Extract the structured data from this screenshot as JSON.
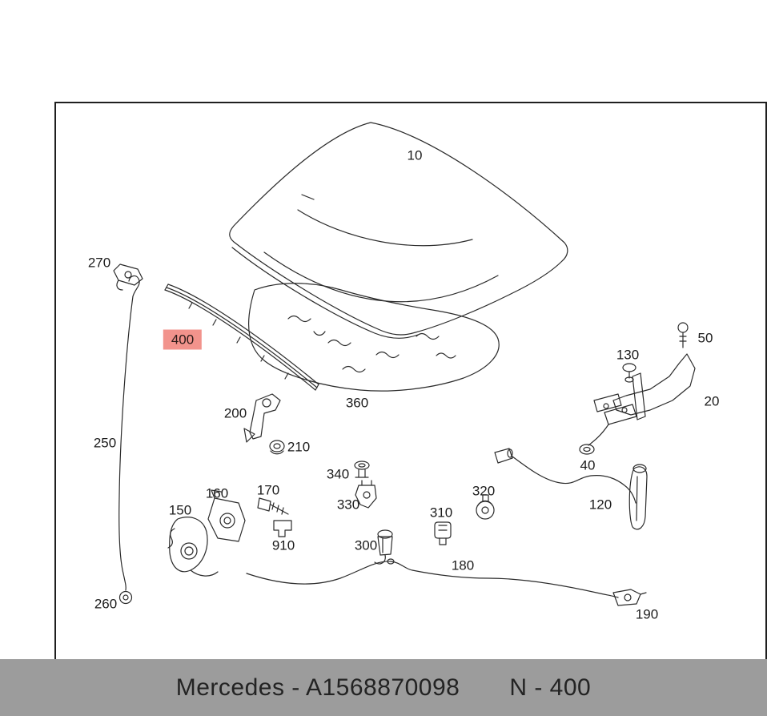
{
  "colors": {
    "highlight_bg": "#f2938c",
    "footer_bg": "#9c9c9c",
    "line": "#2b2b2b"
  },
  "footer": {
    "left_text": "Mercedes - A1568870098",
    "right_text": "N - 400"
  },
  "parts": [
    {
      "num": "10"
    },
    {
      "num": "20"
    },
    {
      "num": "40"
    },
    {
      "num": "50"
    },
    {
      "num": "120"
    },
    {
      "num": "130"
    },
    {
      "num": "150"
    },
    {
      "num": "160"
    },
    {
      "num": "170"
    },
    {
      "num": "180"
    },
    {
      "num": "190"
    },
    {
      "num": "200"
    },
    {
      "num": "210"
    },
    {
      "num": "250"
    },
    {
      "num": "260"
    },
    {
      "num": "270"
    },
    {
      "num": "300"
    },
    {
      "num": "310"
    },
    {
      "num": "320"
    },
    {
      "num": "330"
    },
    {
      "num": "340"
    },
    {
      "num": "360"
    },
    {
      "num": "400",
      "highlight": true
    },
    {
      "num": "910"
    }
  ]
}
